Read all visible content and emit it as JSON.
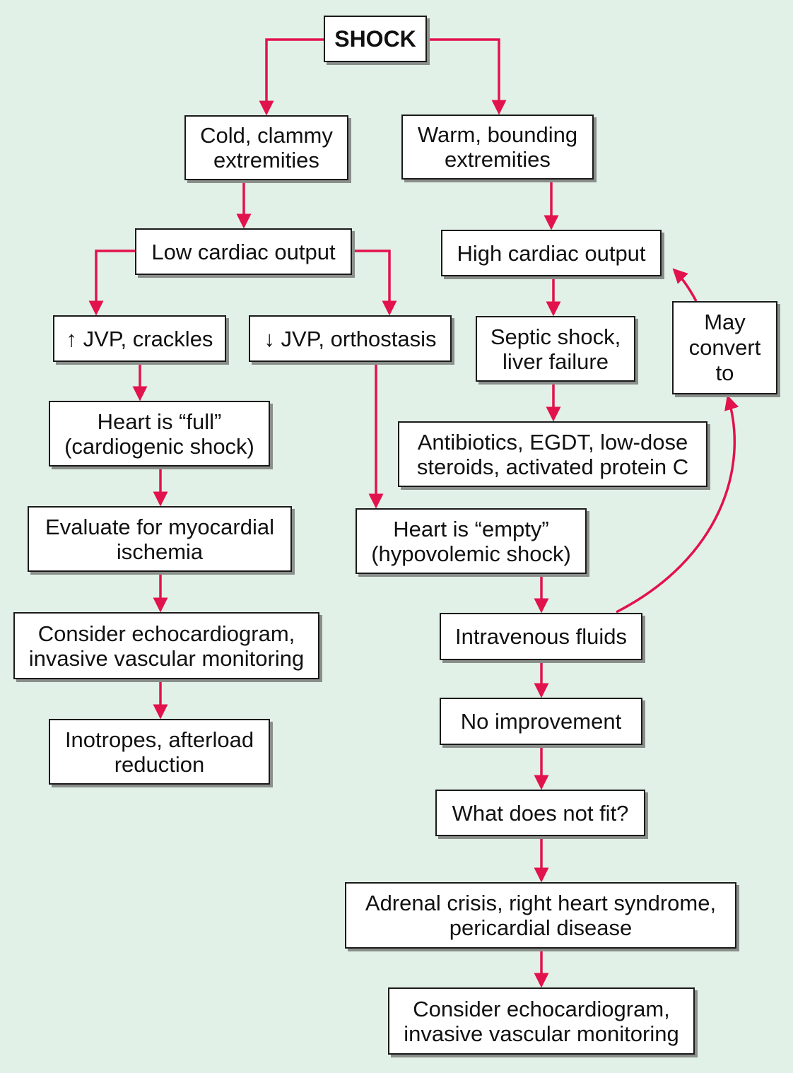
{
  "colors": {
    "background": "#e2f1e8",
    "arrow": "#e2124d",
    "box_border": "#1a1a1a",
    "box_fill": "#ffffff",
    "shadow": "#8a8f8b"
  },
  "nodes": {
    "shock": "SHOCK",
    "cold": [
      "Cold, clammy",
      "extremities"
    ],
    "warm": [
      "Warm, bounding",
      "extremities"
    ],
    "low_co": "Low cardiac output",
    "high_co": "High cardiac output",
    "jvp_up": "↑ JVP, crackles",
    "jvp_down": "↓ JVP, orthostasis",
    "septic": [
      "Septic shock,",
      "liver failure"
    ],
    "may_convert": [
      "May",
      "convert",
      "to"
    ],
    "heart_full": [
      "Heart is “full”",
      "(cardiogenic shock)"
    ],
    "antibiotics": [
      "Antibiotics, EGDT, low-dose",
      "steroids, activated protein C"
    ],
    "heart_empty": [
      "Heart is “empty”",
      "(hypovolemic shock)"
    ],
    "ischemia": [
      "Evaluate for myocardial",
      "ischemia"
    ],
    "echo_left": [
      "Consider echocardiogram,",
      "invasive vascular monitoring"
    ],
    "iv_fluids": "Intravenous fluids",
    "inotropes": [
      "Inotropes, afterload",
      "reduction"
    ],
    "no_improvement": "No improvement",
    "not_fit": "What does not fit?",
    "adrenal": [
      "Adrenal crisis, right heart syndrome,",
      "pericardial disease"
    ],
    "echo_right": [
      "Consider echocardiogram,",
      "invasive vascular monitoring"
    ]
  }
}
